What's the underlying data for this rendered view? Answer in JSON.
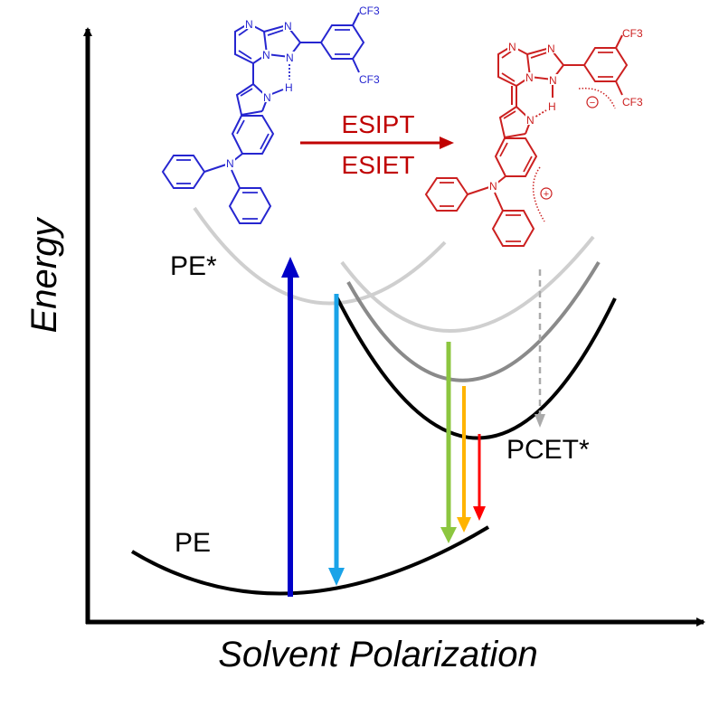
{
  "axes": {
    "y_label": "Energy",
    "x_label": "Solvent Polarization"
  },
  "states": {
    "ground": "PE",
    "excited": "PE*",
    "pcet": "PCET*"
  },
  "process": {
    "top": "ESIPT",
    "bottom": "ESIET"
  },
  "molecules": {
    "substituent_label": "CF3",
    "atoms": {
      "n": "N",
      "h": "H"
    },
    "charges": {
      "minus": "−",
      "plus": "+"
    }
  },
  "colors": {
    "pe_molecule": "#2626d0",
    "pcet_molecule": "#cc2020",
    "process_arrow": "#c00000",
    "absorption": "#0000c8",
    "emission_pe": "#1aa3e8",
    "emission_green": "#8cc63f",
    "emission_orange": "#ffb400",
    "emission_red": "#ff0000",
    "relaxation": "#aaaaaa",
    "curve_light": "#cfcfcf",
    "curve_mid": "#8a8a8a",
    "curve_dark": "#000000"
  }
}
